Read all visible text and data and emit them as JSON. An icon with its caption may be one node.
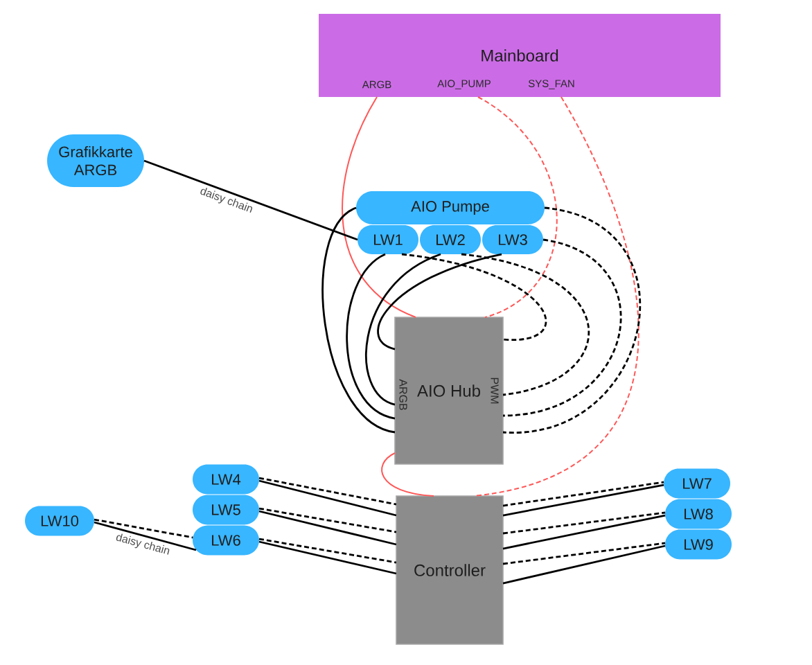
{
  "diagram": {
    "nodes": [
      {
        "text": [
          "Mainboard",
          "ARGB",
          "AIO_PUMP",
          "SYS_FAN"
        ]
      },
      {
        "text": [
          "Grafikkarte ARGB"
        ]
      },
      {
        "text": [
          "AIO Pumpe"
        ]
      },
      {
        "text": [
          "LW1"
        ]
      },
      {
        "text": [
          "LW2"
        ]
      },
      {
        "text": [
          "LW3"
        ]
      },
      {
        "text": [
          "AIO Hub",
          "ARGB",
          "PWM"
        ]
      },
      {
        "text": [
          "LW4"
        ]
      },
      {
        "text": [
          "LW5"
        ]
      },
      {
        "text": [
          "LW6"
        ]
      },
      {
        "text": [
          "LW10"
        ]
      },
      {
        "text": [
          "Controller"
        ]
      },
      {
        "text": [
          "LW7"
        ]
      },
      {
        "text": [
          "LW8"
        ]
      },
      {
        "text": [
          "LW9"
        ]
      }
    ],
    "edges": [
      {
        "from": 0,
        "to": 6,
        "arrow": "none",
        "color": "#ff5757"
      },
      {
        "from": 0,
        "to": 6,
        "arrow": "none",
        "style": "dashed",
        "color": "#ff5757"
      },
      {
        "from": 0,
        "to": 11,
        "arrow": "none",
        "style": "dashed",
        "color": "#ff5757"
      },
      {
        "from": 6,
        "to": 11,
        "arrow": "none",
        "color": "#ff5757"
      },
      {
        "from": 1,
        "to": 3,
        "arrow": "none",
        "label": "daisy chain"
      },
      {
        "from": 2,
        "to": 6,
        "arrow": "none"
      },
      {
        "from": 2,
        "to": 6,
        "arrow": "none",
        "style": "dashed"
      },
      {
        "from": 3,
        "to": 6,
        "arrow": "none"
      },
      {
        "from": 3,
        "to": 6,
        "arrow": "none",
        "style": "dashed"
      },
      {
        "from": 4,
        "to": 6,
        "arrow": "none"
      },
      {
        "from": 4,
        "to": 6,
        "arrow": "none",
        "style": "dashed"
      },
      {
        "from": 5,
        "to": 6,
        "arrow": "none"
      },
      {
        "from": 5,
        "to": 6,
        "arrow": "none",
        "style": "dashed"
      },
      {
        "from": 7,
        "to": 11,
        "arrow": "none"
      },
      {
        "from": 7,
        "to": 11,
        "arrow": "none",
        "style": "dashed"
      },
      {
        "from": 8,
        "to": 11,
        "arrow": "none"
      },
      {
        "from": 8,
        "to": 11,
        "arrow": "none",
        "style": "dashed"
      },
      {
        "from": 9,
        "to": 11,
        "arrow": "none"
      },
      {
        "from": 9,
        "to": 11,
        "arrow": "none",
        "style": "dashed"
      },
      {
        "from": 10,
        "to": 9,
        "arrow": "none",
        "label": "daisy chain"
      },
      {
        "from": 10,
        "to": 9,
        "arrow": "none",
        "style": "dashed"
      },
      {
        "from": 11,
        "to": 12,
        "arrow": "none"
      },
      {
        "from": 11,
        "to": 12,
        "arrow": "none",
        "style": "dashed"
      },
      {
        "from": 11,
        "to": 13,
        "arrow": "none"
      },
      {
        "from": 11,
        "to": 13,
        "arrow": "none",
        "style": "dashed"
      },
      {
        "from": 11,
        "to": 14,
        "arrow": "none"
      },
      {
        "from": 11,
        "to": 14,
        "arrow": "none",
        "style": "dashed"
      }
    ]
  }
}
